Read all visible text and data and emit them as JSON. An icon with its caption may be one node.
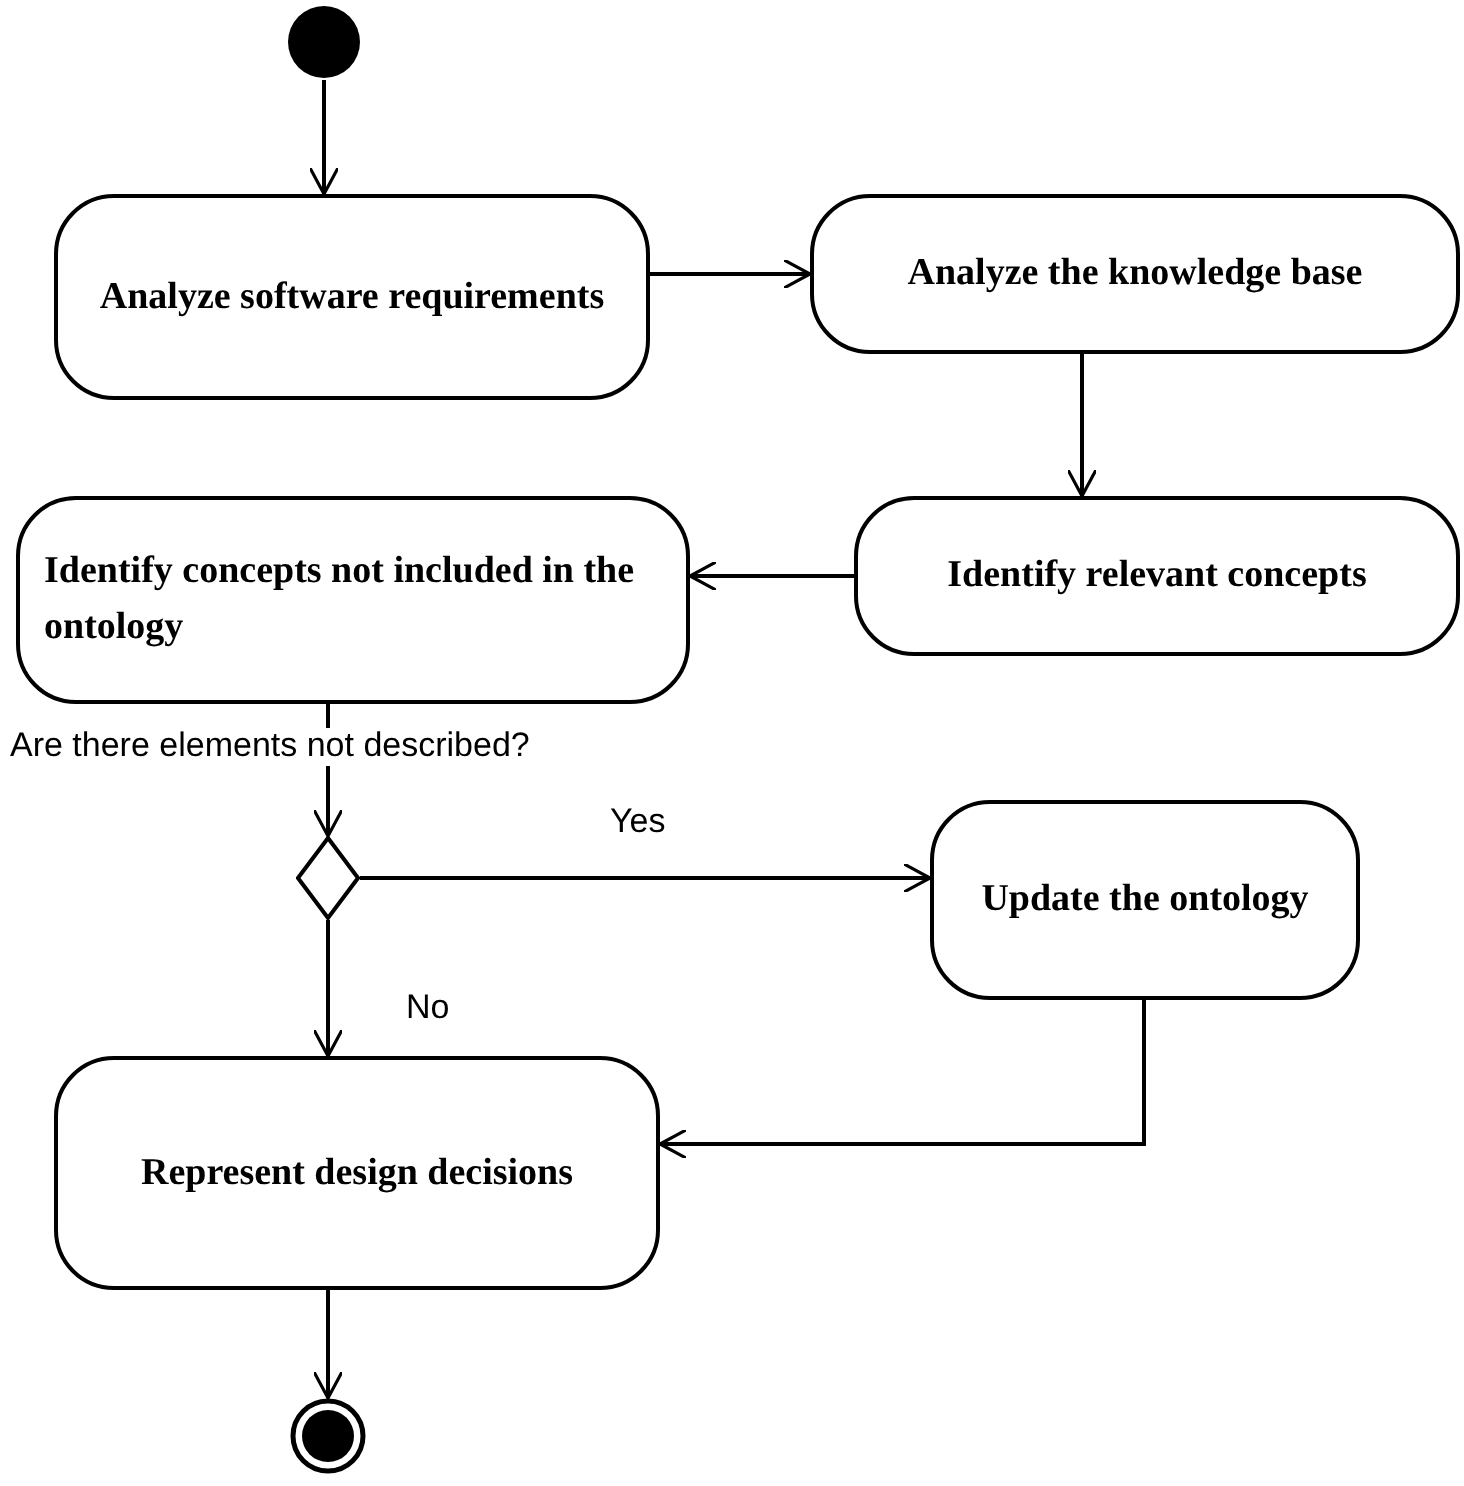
{
  "diagram": {
    "nodes": [
      {
        "text": [],
        "shape": "circle"
      },
      {
        "text": [
          "Analyze software requirements"
        ]
      },
      {
        "text": [
          "Analyze the knowledge base"
        ]
      },
      {
        "text": [
          "Identify relevant concepts"
        ]
      },
      {
        "text": [
          "Identify concepts not included in the ontology"
        ]
      },
      {
        "text": [],
        "shape": "diamond"
      },
      {
        "text": [
          "Update the ontology"
        ]
      },
      {
        "text": [
          "Represent design decisions"
        ]
      },
      {
        "text": [],
        "shape": "bullseye"
      }
    ],
    "edges": [
      {
        "from": 0,
        "to": 1,
        "arrow": "to"
      },
      {
        "from": 1,
        "to": 2,
        "arrow": "to"
      },
      {
        "from": 2,
        "to": 3,
        "arrow": "to"
      },
      {
        "from": 3,
        "to": 4,
        "arrow": "to"
      },
      {
        "from": 4,
        "to": 5,
        "arrow": "to",
        "label": "Are there elements not described?"
      },
      {
        "from": 5,
        "to": 6,
        "arrow": "to",
        "label": "Yes"
      },
      {
        "from": 5,
        "to": 7,
        "arrow": "to",
        "label": "No"
      },
      {
        "from": 6,
        "to": 7,
        "arrow": "to"
      },
      {
        "from": 7,
        "to": 8,
        "arrow": "to"
      }
    ]
  }
}
